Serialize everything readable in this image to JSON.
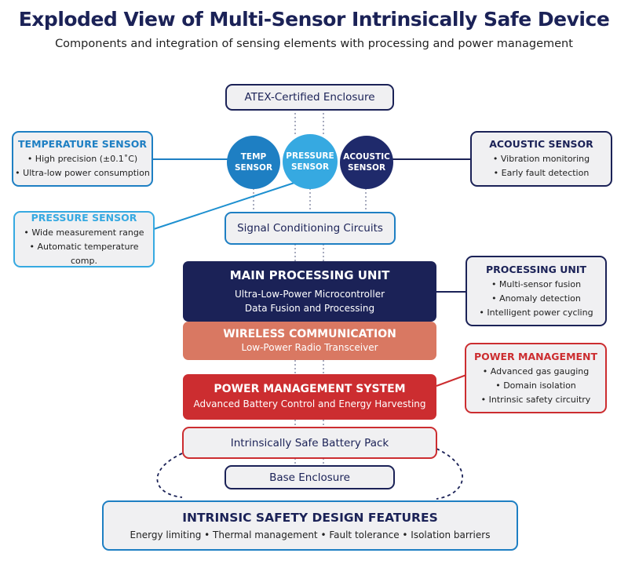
{
  "title": "Exploded View of Multi-Sensor Intrinsically Safe Device",
  "subtitle": "Components and integration of sensing elements with processing and power management",
  "colors": {
    "navy": "#1b2257",
    "temp_blue": "#1e7fc3",
    "pressure_blue": "#36a9e1",
    "acoustic_navy": "#1f2a6b",
    "wireless_coral": "#d97862",
    "power_red": "#cc2d30",
    "box_fill": "#f0f0f2"
  },
  "enclosure_top": "ATEX-Certified Enclosure",
  "sensors": [
    {
      "label": [
        "TEMP",
        "SENSOR"
      ],
      "icon": "temperature-sensor-circle"
    },
    {
      "label": [
        "PRESSURE",
        "SENSOR"
      ],
      "icon": "pressure-sensor-circle"
    },
    {
      "label": [
        "ACOUSTIC",
        "SENSOR"
      ],
      "icon": "acoustic-sensor-circle"
    }
  ],
  "signal_conditioning": "Signal Conditioning Circuits",
  "main_processing": {
    "title": "MAIN PROCESSING UNIT",
    "lines": [
      "Ultra-Low-Power Microcontroller",
      "Data Fusion and Processing"
    ]
  },
  "wireless": {
    "title": "WIRELESS COMMUNICATION",
    "lines": [
      "Low-Power Radio Transceiver"
    ]
  },
  "power_system": {
    "title": "POWER MANAGEMENT SYSTEM",
    "lines": [
      "Advanced Battery Control and Energy Harvesting"
    ]
  },
  "battery": "Intrinsically Safe Battery Pack",
  "base": "Base Enclosure",
  "callouts": {
    "temperature": {
      "title": "TEMPERATURE SENSOR",
      "items": [
        "• High precision (±0.1˚C)",
        "• Ultra-low power consumption"
      ]
    },
    "pressure": {
      "title": "PRESSURE SENSOR",
      "items": [
        "• Wide measurement range",
        "• Automatic temperature comp."
      ]
    },
    "acoustic": {
      "title": "ACOUSTIC SENSOR",
      "items": [
        "• Vibration monitoring",
        "• Early fault detection"
      ]
    },
    "processing": {
      "title": "PROCESSING UNIT",
      "items": [
        "• Multi-sensor fusion",
        "• Anomaly detection",
        "• Intelligent power cycling"
      ]
    },
    "power": {
      "title": "POWER MANAGEMENT",
      "items": [
        "• Advanced gas gauging",
        "• Domain isolation",
        "• Intrinsic safety circuitry"
      ]
    }
  },
  "safety_features": {
    "title": "INTRINSIC SAFETY DESIGN FEATURES",
    "line": "Energy limiting • Thermal management • Fault tolerance • Isolation barriers"
  }
}
